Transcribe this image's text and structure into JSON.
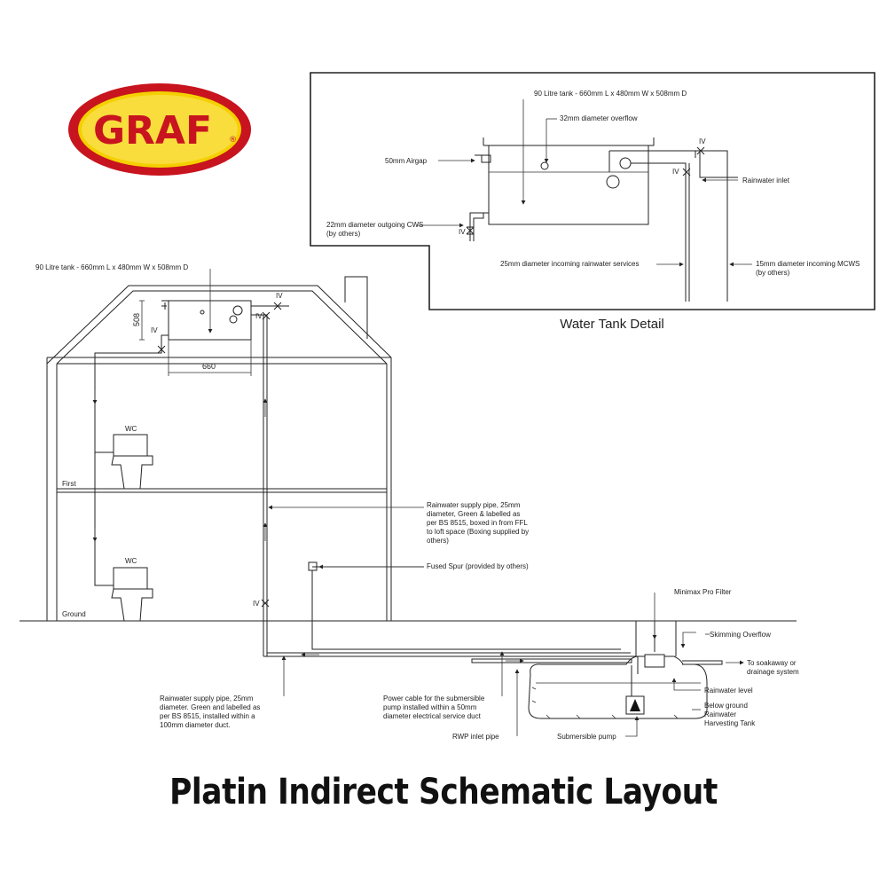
{
  "logo": {
    "text": "GRAF",
    "registered": "®",
    "colors": {
      "outer": "#c8141e",
      "inner": "#f5d000",
      "text": "#c8141e"
    }
  },
  "title": "Platin Indirect Schematic Layout",
  "detail": {
    "caption": "Water Tank Detail",
    "tank_label": "90 Litre tank - 660mm L x 480mm W x 508mm D",
    "overflow": "32mm diameter overflow",
    "airgap": "50mm Airgap",
    "outgoing": [
      "22mm diameter outgoing CWS",
      "(by others)"
    ],
    "rainwater_inlet": "Rainwater inlet",
    "incoming_rw": "25mm diameter incoming rainwater services",
    "incoming_mcws": [
      "15mm diameter incoming MCWS",
      "(by others)"
    ],
    "iv": "IV"
  },
  "house": {
    "tank_label": "90 Litre tank - 660mm L x 480mm W x 508mm D",
    "dim_height": "508",
    "dim_length": "660",
    "iv": "IV",
    "wc": "WC",
    "first": "First",
    "ground": "Ground"
  },
  "annotations": {
    "supply_upper": [
      "Rainwater supply pipe, 25mm",
      "diameter, Green & labelled as",
      "per BS 8515, boxed in from FFL",
      "to loft space (Boxing supplied by",
      "others)"
    ],
    "fused_spur": "Fused Spur (provided by others)",
    "minimax": "Minimax Pro Filter",
    "skimming": "Skimming Overflow",
    "soakaway": [
      "To soakaway or",
      "drainage system"
    ],
    "rainwater_level": "Rainwater level",
    "below_ground": [
      "Below ground",
      "Rainwater",
      "Harvesting Tank"
    ],
    "supply_lower": [
      "Rainwater supply pipe, 25mm",
      "diameter. Green and labelled as",
      "per BS 8515, installed within a",
      "100mm diameter duct."
    ],
    "power_cable": [
      "Power cable for the submersible",
      "pump installed within a 50mm",
      "diameter electrical service duct"
    ],
    "rwp_inlet": "RWP inlet pipe",
    "submersible_pump": "Submersible pump"
  }
}
